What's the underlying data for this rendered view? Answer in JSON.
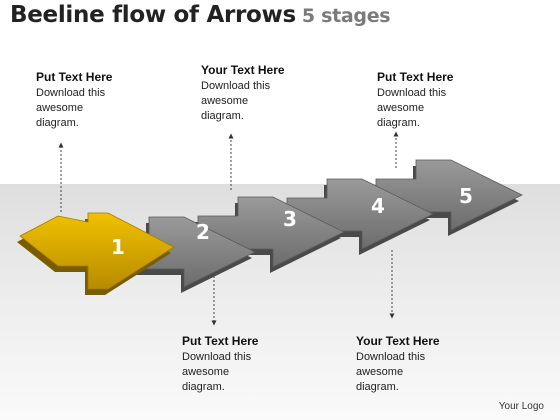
{
  "title": {
    "main": "Beeline flow of Arrows",
    "sub": "5 stages"
  },
  "stages": [
    {
      "number": "1",
      "color": "#d4a400"
    },
    {
      "number": "2",
      "color": "#777777"
    },
    {
      "number": "3",
      "color": "#777777"
    },
    {
      "number": "4",
      "color": "#777777"
    },
    {
      "number": "5",
      "color": "#777777"
    }
  ],
  "callouts": [
    {
      "heading": "Put Text Here",
      "text": "Download this\nawesome\ndiagram."
    },
    {
      "heading": "Your Text Here",
      "text": "Download this\nawesome\ndiagram."
    },
    {
      "heading": "Put Text Here",
      "text": "Download this\nawesome\ndiagram."
    },
    {
      "heading": "Put Text Here",
      "text": "Download this\nawesome\ndiagram."
    },
    {
      "heading": "Your Text Here",
      "text": "Download this\nawesome\ndiagram."
    }
  ],
  "footer": {
    "logo": "Your Logo"
  }
}
